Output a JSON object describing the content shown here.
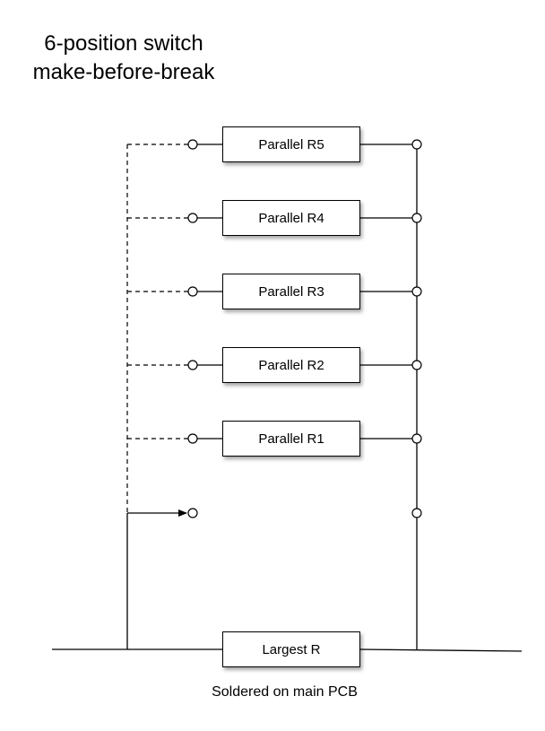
{
  "title": {
    "line1": "6-position switch",
    "line2": "make-before-break"
  },
  "resistors": [
    {
      "label": "Parallel R5"
    },
    {
      "label": "Parallel R4"
    },
    {
      "label": "Parallel R3"
    },
    {
      "label": "Parallel R2"
    },
    {
      "label": "Parallel R1"
    }
  ],
  "base_resistor": {
    "label": "Largest R"
  },
  "caption": "Soldered on main PCB"
}
